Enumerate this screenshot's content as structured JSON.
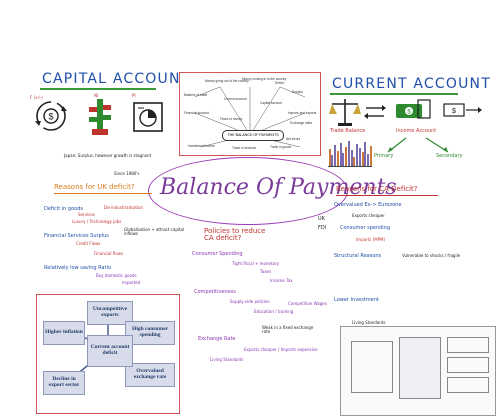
{
  "capital_account": {
    "title": "CAPITAL ACCOUNT",
    "icon_labels": [
      "F (+/-)",
      "NI",
      "PI"
    ]
  },
  "current_account": {
    "title": "CURRENT ACCOUNT",
    "icon_labels": [
      "Trade Balance",
      "Income Account",
      "Primary",
      "Secondary"
    ]
  },
  "mindmap": {
    "center": "THE BALANCE OF PAYMENTS",
    "nodes": [
      "Money going out of the country",
      "Money coming in to the country",
      "Deficit",
      "Surplus",
      "Balance of trade",
      "Current account",
      "Capital account",
      "Financial account",
      "Imports and exports",
      "Flows of money",
      "Exchange rates",
      "Investment income",
      "Trade in services",
      "Trade in goods",
      "Net errors"
    ]
  },
  "center_title": "Balance Of Payments",
  "left_column": {
    "note_top": "Japan: Surplus, however growth is stagnant",
    "note_since": "Since 1980's",
    "heading": "Reasons for UK deficit?",
    "items": [
      "Deficit in goods",
      "De-industrialisation",
      "Services",
      "Luxury / Technology jobs",
      "Financial Services Surplus",
      "Globalisation + attract capital inflows",
      "Credit Flows",
      "Financial flows",
      "Relatively low saving Ratio",
      "Buy domestic goods",
      "imported"
    ]
  },
  "middle_column": {
    "heading": "Policies to reduce CA deficit?",
    "items": [
      "Consumer Spending",
      "Tight fiscal + monetary",
      "Taxes",
      "Income Tax",
      "Competitiveness",
      "Supply-side policies",
      "Education / training",
      "Competitive Wages",
      "Exchange Rate",
      "Weak in a fixed exchange rate",
      "Exports cheaper / Imports expensive",
      "Living Standards"
    ]
  },
  "right_column": {
    "heading": "Reasons for CA Deficit?",
    "items": [
      "Overvalued Ex-> Eurozone",
      "Exports cheaper",
      "Consumer spending",
      "Imports (MPM)",
      "Structural Reasons",
      "Vulnerable to shocks / fragile",
      "Lower Investment",
      "Living Standards"
    ],
    "uk_note": "UK",
    "fdi_note": "FDI"
  },
  "causes_diagram": {
    "center": "Current account deficit",
    "boxes": [
      "Uncompetitive exports",
      "High consumer spending",
      "Overvalued exchange rate",
      "Decline in export sector",
      "Higher inflation"
    ]
  },
  "colors": {
    "title_blue": "#1f4fa8",
    "purple": "#8a36b3",
    "red": "#c0342f",
    "green": "#2f8a2f",
    "frame_red": "#d45555",
    "diagram_fill": "#d8dcea"
  },
  "chart_bars": [
    0.62,
    0.38,
    0.74,
    0.55,
    0.81,
    0.47,
    0.69,
    0.9,
    0.58,
    0.33,
    0.77,
    0.64,
    0.5,
    0.86,
    0.42,
    0.7
  ]
}
